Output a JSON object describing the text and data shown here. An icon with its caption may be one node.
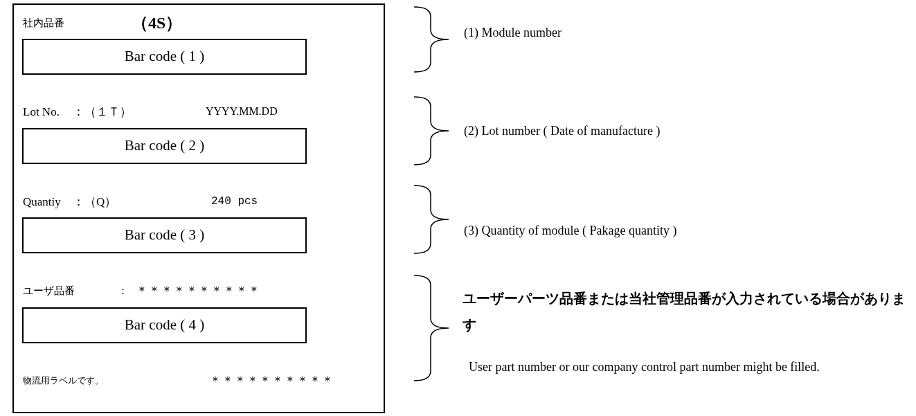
{
  "diagram": {
    "nodes": [
      {
        "text": [
          "社内品番",
          "（4S）",
          "Lot No.",
          "：（１Ｔ）",
          "YYYY.MM.DD",
          "Quantiy",
          "：（Q）",
          "240 pcs",
          "ユーザ品番",
          "：",
          "＊＊＊＊＊＊＊＊＊＊",
          "物流用ラベルです。",
          "＊＊＊＊＊＊＊＊＊＊"
        ]
      },
      {
        "text": [
          "Bar code ( 1 )"
        ],
        "in": 0
      },
      {
        "text": [
          "Bar code ( 2 )"
        ],
        "in": 0
      },
      {
        "text": [
          "Bar code ( 3 )"
        ],
        "in": 0
      },
      {
        "text": [
          "Bar code ( 4 )"
        ],
        "in": 0
      }
    ],
    "labels": [
      "(1)  Module number",
      "(2)  Lot number ( Date of manufacture )",
      "(3)  Quantity of module  ( Pakage quantity )",
      "ユーザーパーツ品番または当社管理品番が入力されている場合があります",
      "User part number or our company control part number might be filled."
    ]
  }
}
